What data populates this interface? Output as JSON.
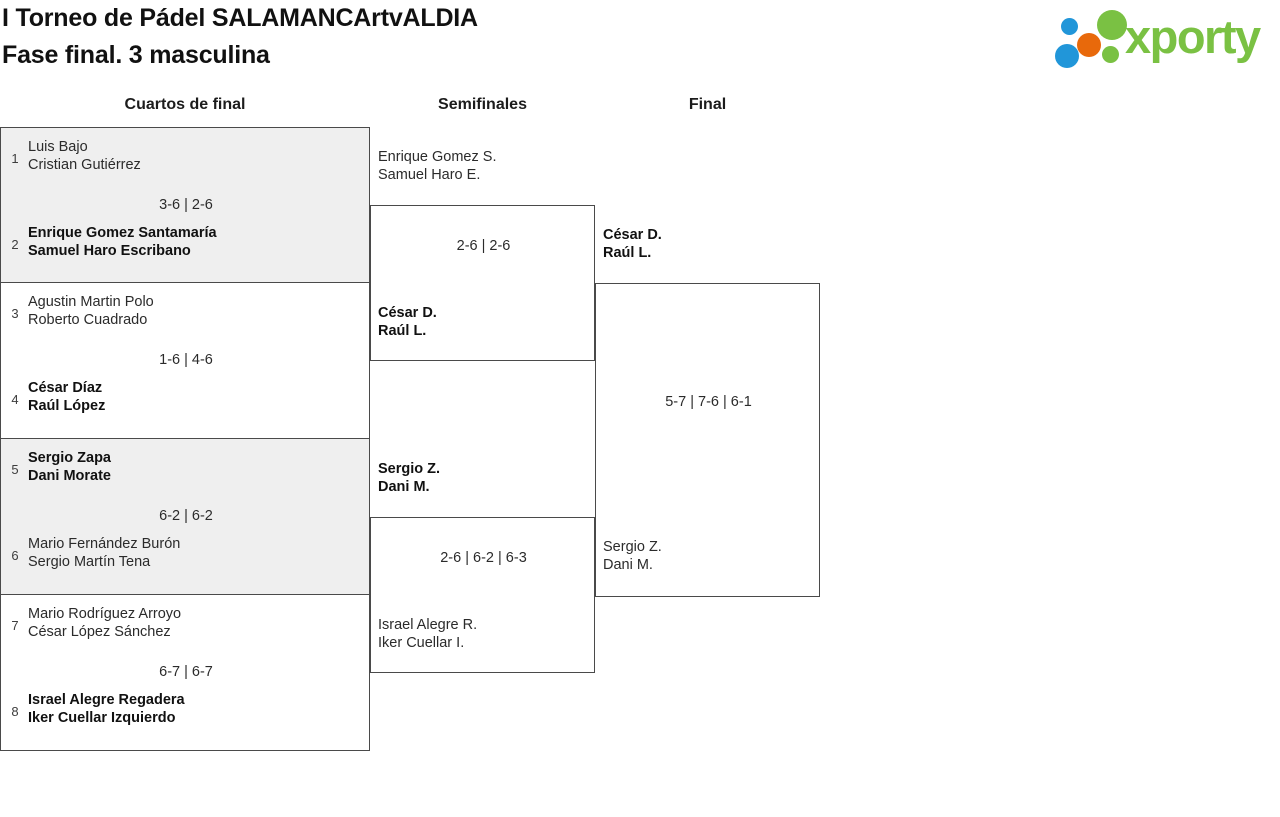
{
  "header": {
    "title_line1": "I Torneo de Pádel SALAMANCArtvALDIA",
    "title_line2": "Fase final. 3 masculina",
    "logo_text": "xporty",
    "logo_colors": {
      "blue": "#2196d9",
      "orange": "#e8690b",
      "green": "#7ac143"
    }
  },
  "columns": {
    "quarterfinals_label": "Cuartos de final",
    "semifinals_label": "Semifinales",
    "final_label": "Final"
  },
  "quarterfinals": [
    {
      "shaded": true,
      "score": "3-6 | 2-6",
      "top": {
        "seed": "1",
        "player1": "Luis Bajo",
        "player2": "Cristian Gutiérrez",
        "winner": false
      },
      "bottom": {
        "seed": "2",
        "player1": "Enrique Gomez Santamaría",
        "player2": "Samuel Haro Escribano",
        "winner": true
      }
    },
    {
      "shaded": false,
      "score": "1-6 | 4-6",
      "top": {
        "seed": "3",
        "player1": "Agustin Martin Polo",
        "player2": "Roberto Cuadrado",
        "winner": false
      },
      "bottom": {
        "seed": "4",
        "player1": "César Díaz",
        "player2": "Raúl López",
        "winner": true
      }
    },
    {
      "shaded": true,
      "score": "6-2 | 6-2",
      "top": {
        "seed": "5",
        "player1": "Sergio Zapa",
        "player2": "Dani Morate",
        "winner": true
      },
      "bottom": {
        "seed": "6",
        "player1": "Mario Fernández Burón",
        "player2": "Sergio Martín Tena",
        "winner": false
      }
    },
    {
      "shaded": false,
      "score": "6-7 | 6-7",
      "top": {
        "seed": "7",
        "player1": "Mario Rodríguez Arroyo",
        "player2": "César López Sánchez",
        "winner": false
      },
      "bottom": {
        "seed": "8",
        "player1": "Israel Alegre Regadera",
        "player2": "Iker Cuellar Izquierdo",
        "winner": true
      }
    }
  ],
  "semifinals": [
    {
      "score": "2-6 | 2-6",
      "top": {
        "player1": "Enrique Gomez S.",
        "player2": "Samuel Haro E.",
        "winner": false
      },
      "bottom": {
        "player1": "César D.",
        "player2": "Raúl L.",
        "winner": true
      }
    },
    {
      "score": "2-6 | 6-2 | 6-3",
      "top": {
        "player1": "Sergio Z.",
        "player2": "Dani M.",
        "winner": true
      },
      "bottom": {
        "player1": "Israel Alegre R.",
        "player2": "Iker Cuellar I.",
        "winner": false
      }
    }
  ],
  "final": {
    "score": "5-7 | 7-6 | 6-1",
    "top": {
      "player1": "César D.",
      "player2": "Raúl L.",
      "winner": true
    },
    "bottom": {
      "player1": "Sergio Z.",
      "player2": "Dani M.",
      "winner": false
    }
  }
}
